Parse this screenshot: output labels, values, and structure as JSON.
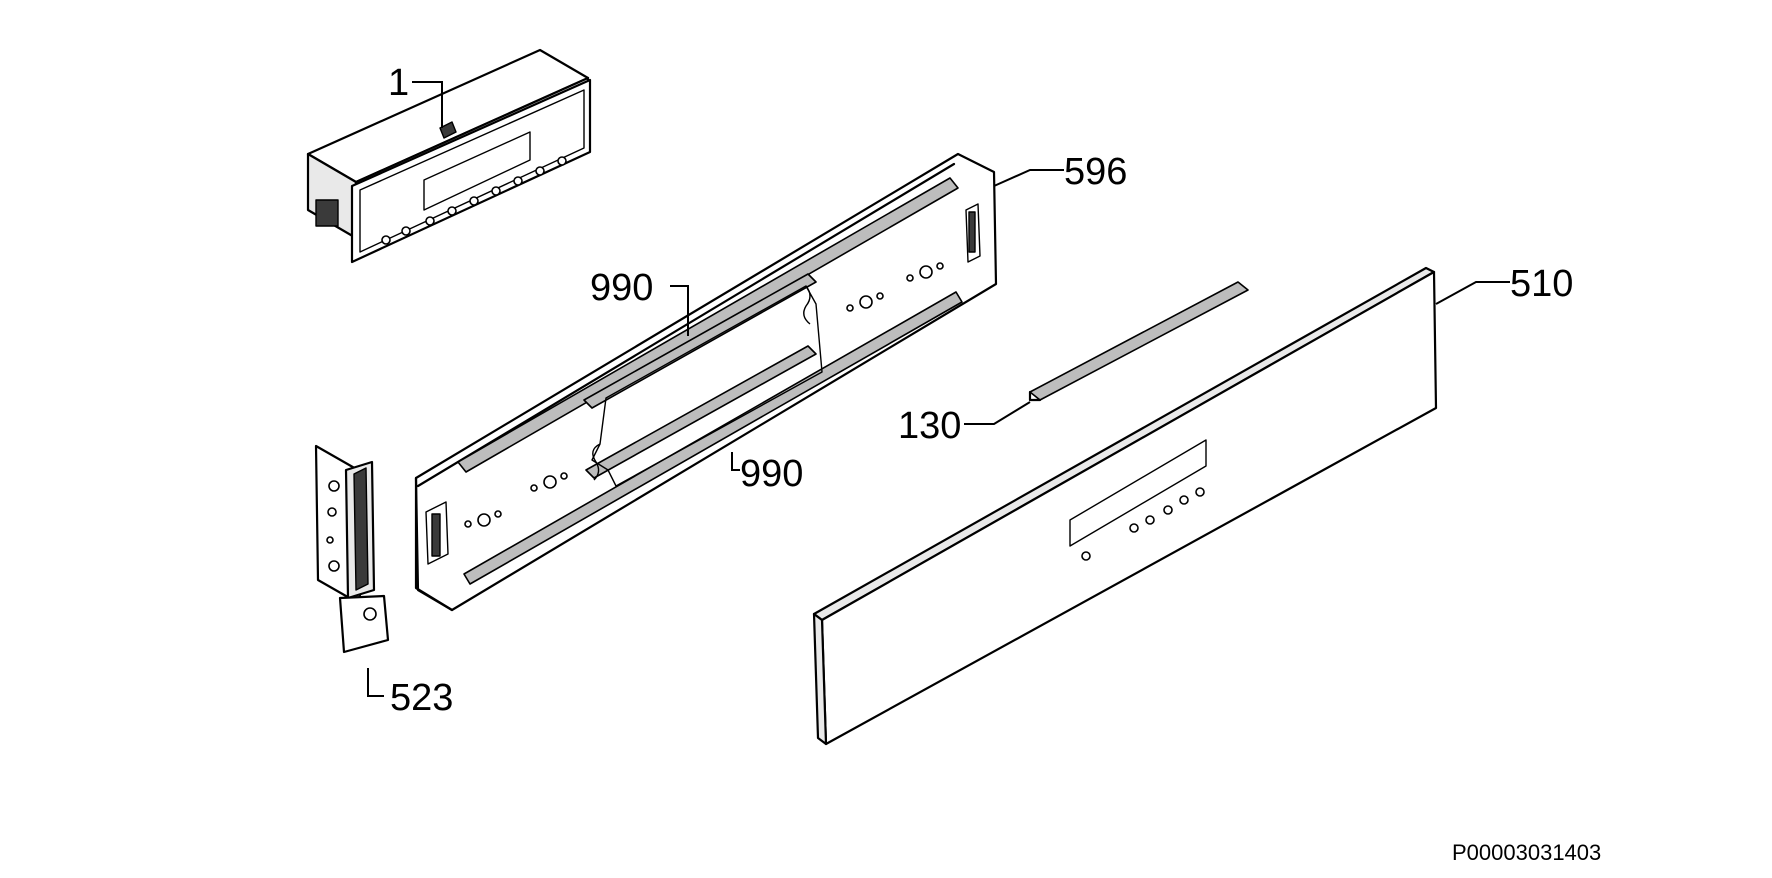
{
  "diagram": {
    "labels": {
      "part_1": "1",
      "part_596": "596",
      "part_990_top": "990",
      "part_990_bottom": "990",
      "part_510": "510",
      "part_130": "130",
      "part_523": "523"
    },
    "document_id": "P00003031403"
  }
}
